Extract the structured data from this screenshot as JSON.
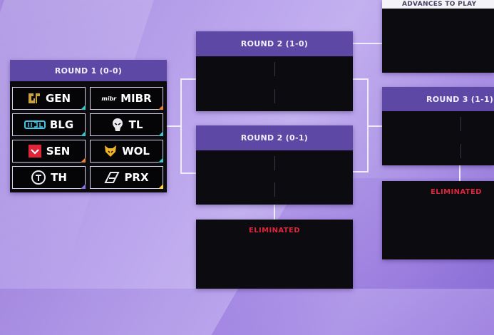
{
  "round1": {
    "title": "ROUND 1 (0-0)",
    "teams": [
      {
        "name": "GEN",
        "icon": "gen-logo-icon",
        "color": "#c9a23a"
      },
      {
        "name": "MIBR",
        "icon": "mibr-logo-icon",
        "color": "#ffffff"
      },
      {
        "name": "BLG",
        "icon": "blg-logo-icon",
        "color": "#3fc6e8"
      },
      {
        "name": "TL",
        "icon": "tl-logo-icon",
        "color": "#ffffff"
      },
      {
        "name": "SEN",
        "icon": "sen-logo-icon",
        "color": "#e0243a"
      },
      {
        "name": "WOL",
        "icon": "wol-logo-icon",
        "color": "#f0b429"
      },
      {
        "name": "TH",
        "icon": "th-logo-icon",
        "color": "#ffffff"
      },
      {
        "name": "PRX",
        "icon": "prx-logo-icon",
        "color": "#ffffff"
      }
    ]
  },
  "round2_win": {
    "title": "ROUND 2 (1-0)"
  },
  "round2_loss": {
    "title": "ROUND 2 (0-1)"
  },
  "round3": {
    "title": "ROUND 3 (1-1)"
  },
  "advances": {
    "title": "ADVANCES TO PLAY"
  },
  "eliminated_label": "ELIMINATED",
  "colors": {
    "header": "#5d48a6",
    "panel": "#0b0b10",
    "eliminated": "#e0243a",
    "accent_corner": "#3ec5c9"
  }
}
